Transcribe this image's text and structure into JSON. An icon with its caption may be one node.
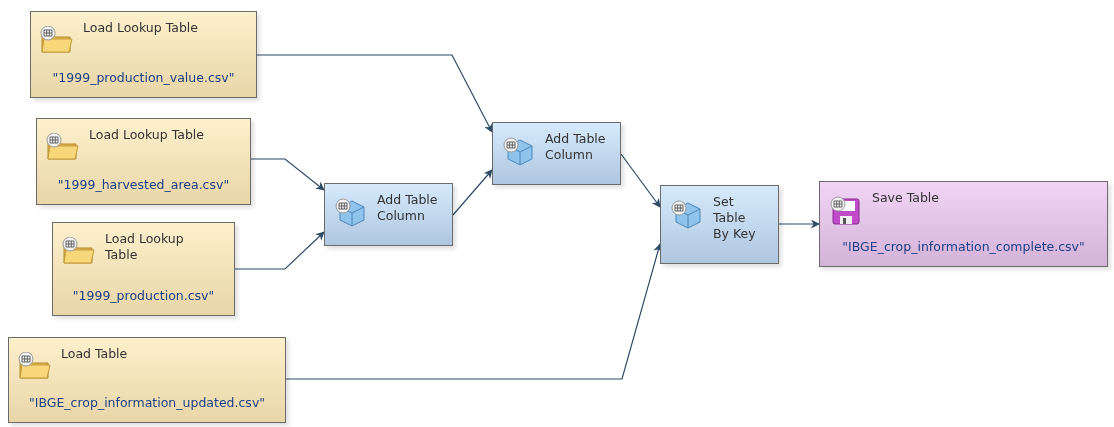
{
  "diagram": {
    "nodes": [
      {
        "text": [
          "Load Lookup Table",
          "\"1999_production_value.csv\""
        ]
      },
      {
        "text": [
          "Load Lookup Table",
          "\"1999_harvested_area.csv\""
        ]
      },
      {
        "text": [
          "Load Lookup Table",
          "\"1999_production.csv\""
        ]
      },
      {
        "text": [
          "Load Table",
          "\"IBGE_crop_information_updated.csv\""
        ]
      },
      {
        "text": [
          "Add Table Column"
        ]
      },
      {
        "text": [
          "Add Table Column"
        ]
      },
      {
        "text": [
          "Set Table By Key"
        ]
      },
      {
        "text": [
          "Save Table",
          "\"IBGE_crop_information_complete.csv\""
        ]
      }
    ],
    "edges": [
      {
        "from": 0,
        "to": 5,
        "arrow": "to"
      },
      {
        "from": 1,
        "to": 4,
        "arrow": "to"
      },
      {
        "from": 2,
        "to": 4,
        "arrow": "to"
      },
      {
        "from": 4,
        "to": 5,
        "arrow": "to"
      },
      {
        "from": 5,
        "to": 6,
        "arrow": "to"
      },
      {
        "from": 3,
        "to": 6,
        "arrow": "to"
      },
      {
        "from": 6,
        "to": 7,
        "arrow": "to"
      }
    ]
  }
}
